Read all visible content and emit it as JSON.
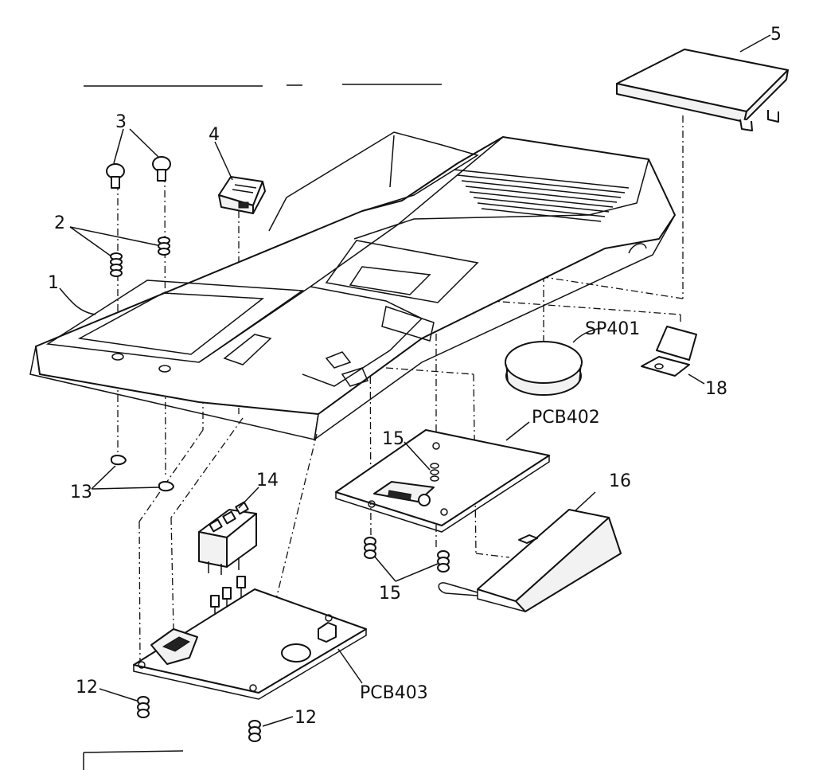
{
  "diagram": {
    "callouts": {
      "c1": "1",
      "c2": "2",
      "c3": "3",
      "c4": "4",
      "c5": "5",
      "c12a": "12",
      "c12b": "12",
      "c13": "13",
      "c14": "14",
      "c15a": "15",
      "c15b": "15",
      "c16": "16",
      "c18": "18",
      "sp401": "SP401",
      "pcb402": "PCB402",
      "pcb403": "PCB403"
    },
    "colors": {
      "ink": "#111111",
      "paper": "#ffffff"
    }
  }
}
